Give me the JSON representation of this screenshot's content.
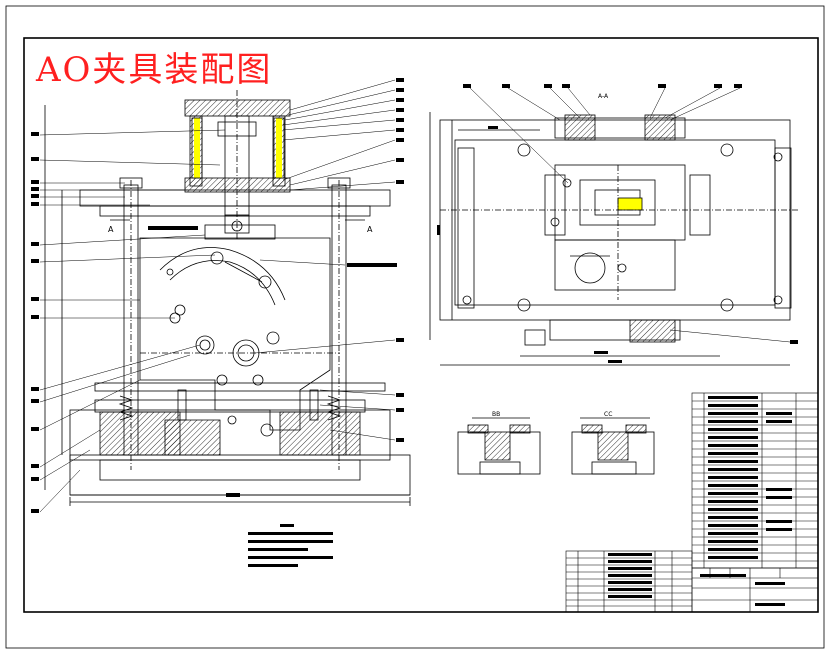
{
  "drawing": {
    "title": "AO夹具装配图",
    "title_color": "#ff2020",
    "ink_color": "#000000",
    "highlight_color": "#ffff00",
    "section_labels": {
      "a_left": "A",
      "a_right": "A",
      "bb": "BB",
      "cc": "CC",
      "a_to": "A-A"
    }
  }
}
